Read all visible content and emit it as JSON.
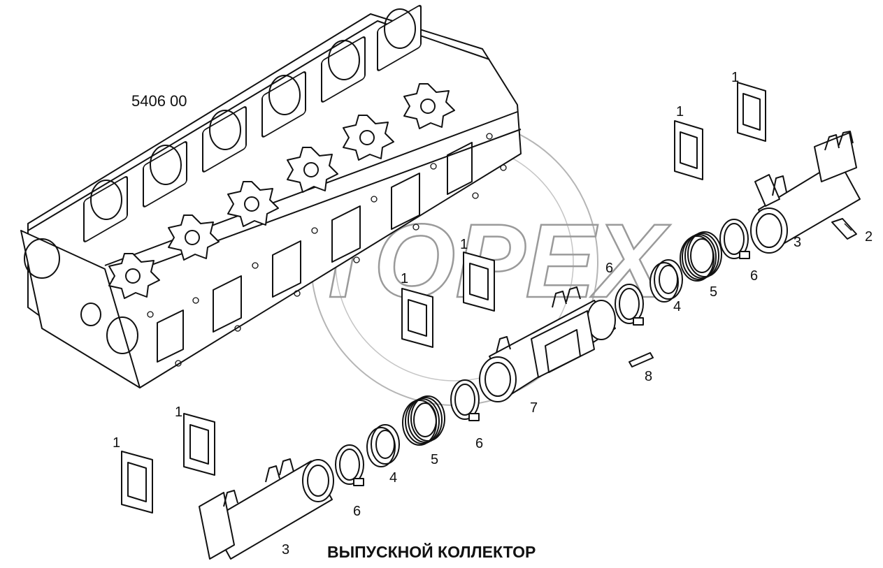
{
  "drawing": {
    "assembly_code": "5406 00",
    "caption": "ВЫПУСКНОЙ КОЛЛЕКТОР",
    "watermark": "ТОРЕХ"
  },
  "callouts": [
    {
      "id": "gasket-upper-right-a",
      "label": "1"
    },
    {
      "id": "gasket-upper-right-b",
      "label": "1"
    },
    {
      "id": "bolt",
      "label": "2"
    },
    {
      "id": "manifold-rear",
      "label": "3"
    },
    {
      "id": "clamp-right-a",
      "label": "6"
    },
    {
      "id": "clamp-right-b",
      "label": "6"
    },
    {
      "id": "bellows-right",
      "label": "5"
    },
    {
      "id": "sleeve-right",
      "label": "4"
    },
    {
      "id": "gasket-center-a",
      "label": "1"
    },
    {
      "id": "gasket-center-b",
      "label": "1"
    },
    {
      "id": "manifold-center",
      "label": "7"
    },
    {
      "id": "stud",
      "label": "8"
    },
    {
      "id": "clamp-center",
      "label": "6"
    },
    {
      "id": "bellows-lower",
      "label": "5"
    },
    {
      "id": "sleeve-lower",
      "label": "4"
    },
    {
      "id": "clamp-lower",
      "label": "6"
    },
    {
      "id": "gasket-lower-a",
      "label": "1"
    },
    {
      "id": "gasket-lower-b",
      "label": "1"
    },
    {
      "id": "manifold-front",
      "label": "3"
    }
  ]
}
